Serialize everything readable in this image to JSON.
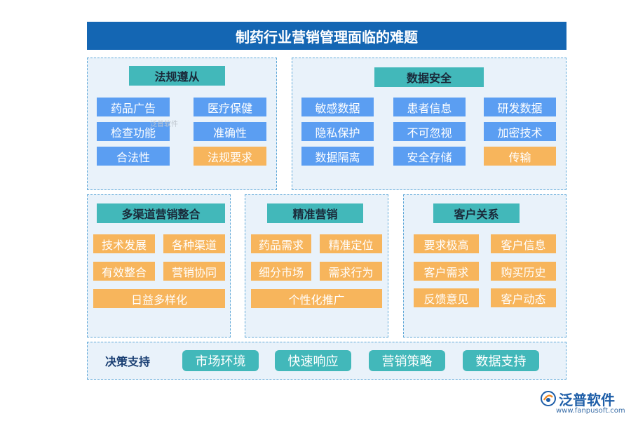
{
  "title": "制药行业营销管理面临的难题",
  "panels": {
    "regulation": {
      "heading": "法规遵从",
      "items": [
        "药品广告",
        "医疗保健",
        "检查功能",
        "准确性",
        "合法性",
        "法规要求"
      ]
    },
    "data_security": {
      "heading": "数据安全",
      "items": [
        "敏感数据",
        "患者信息",
        "研发数据",
        "隐私保护",
        "不可忽视",
        "加密技术",
        "数据隔离",
        "安全存储",
        "传输"
      ]
    },
    "multichannel": {
      "heading": "多渠道营销整合",
      "items": [
        "技术发展",
        "各种渠道",
        "有效整合",
        "营销协同",
        "日益多样化"
      ]
    },
    "precision": {
      "heading": "精准营销",
      "items": [
        "药品需求",
        "精准定位",
        "细分市场",
        "需求行为",
        "个性化推广"
      ]
    },
    "customer": {
      "heading": "客户关系",
      "items": [
        "要求极高",
        "客户信息",
        "客户需求",
        "购买历史",
        "反馈意见",
        "客户动态"
      ]
    }
  },
  "decision": {
    "label": "决策支持",
    "items": [
      "市场环境",
      "快速响应",
      "营销策略",
      "数据支持"
    ]
  },
  "watermark": "泛普软件",
  "logo": {
    "name": "泛普软件",
    "url": "www.fanpusoft.com",
    "icon": "fanpu-logo-icon"
  },
  "colors": {
    "title_bg": "#1466b3",
    "heading_bg": "#42b8ba",
    "blue_chip": "#5b9ef2",
    "orange_chip": "#f7b55c",
    "panel_bg": "#e9f2fa"
  }
}
